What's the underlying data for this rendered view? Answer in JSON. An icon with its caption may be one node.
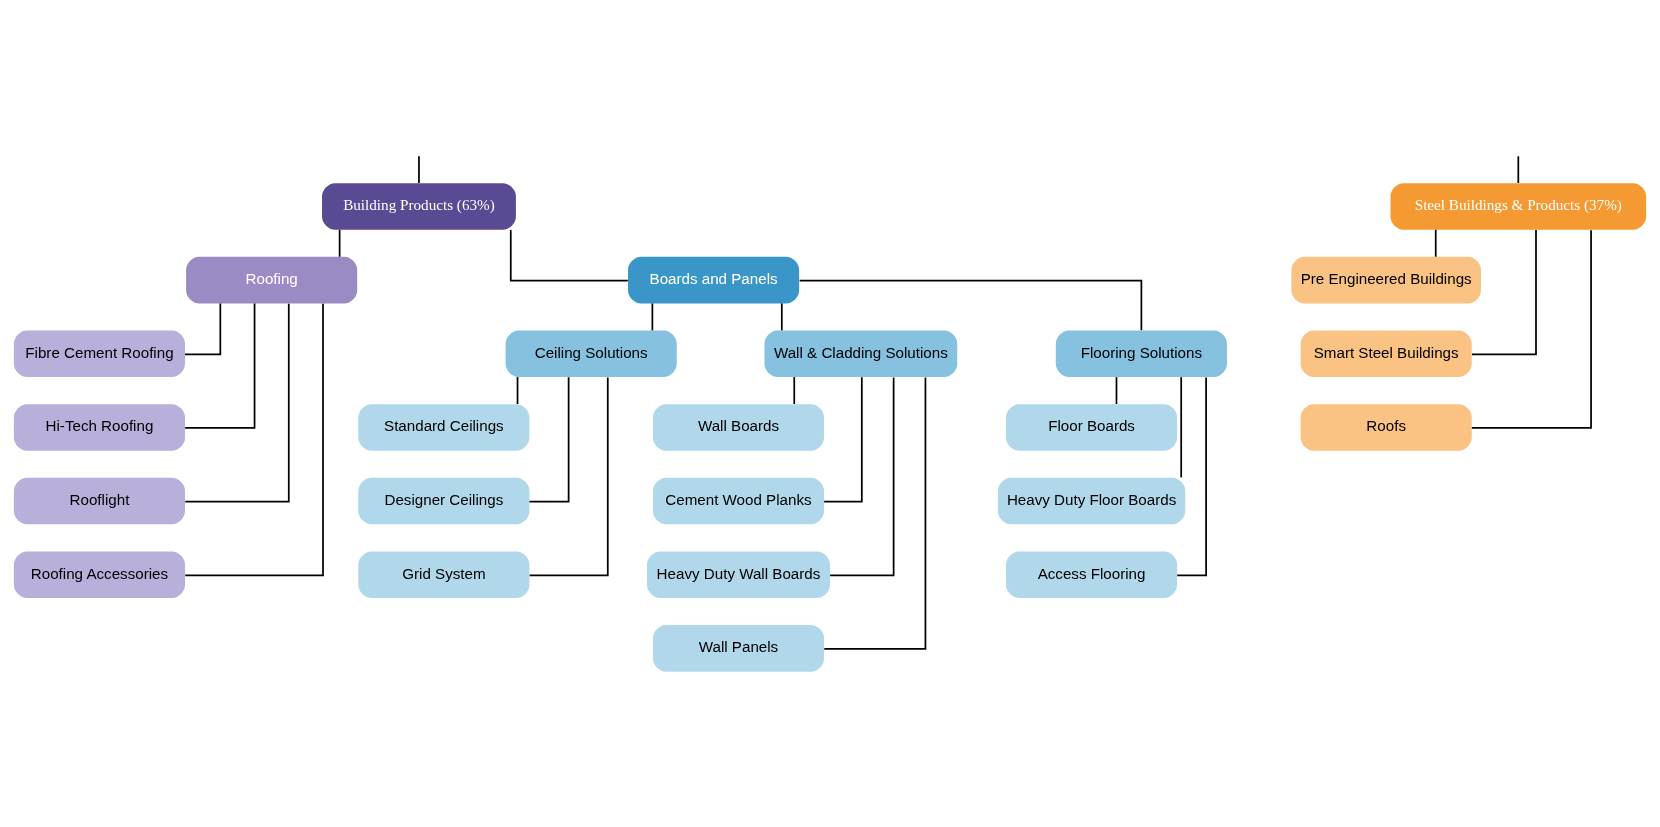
{
  "diagram": {
    "nodes": [
      {
        "text": [
          "Building Products (63%)"
        ]
      },
      {
        "text": [
          "Steel Buildings & Products (37%)"
        ]
      },
      {
        "text": [
          "Roofing"
        ]
      },
      {
        "text": [
          "Boards and Panels"
        ]
      },
      {
        "text": [
          "Fibre Cement Roofing"
        ]
      },
      {
        "text": [
          "Hi-Tech Roofing"
        ]
      },
      {
        "text": [
          "Rooflight"
        ]
      },
      {
        "text": [
          "Roofing Accessories"
        ]
      },
      {
        "text": [
          "Ceiling Solutions"
        ]
      },
      {
        "text": [
          "Wall & Cladding Solutions"
        ]
      },
      {
        "text": [
          "Flooring Solutions"
        ]
      },
      {
        "text": [
          "Standard Ceilings"
        ]
      },
      {
        "text": [
          "Designer Ceilings"
        ]
      },
      {
        "text": [
          "Grid System"
        ]
      },
      {
        "text": [
          "Wall Boards"
        ]
      },
      {
        "text": [
          "Cement Wood Planks"
        ]
      },
      {
        "text": [
          "Heavy Duty Wall Boards"
        ]
      },
      {
        "text": [
          "Wall Panels"
        ]
      },
      {
        "text": [
          "Floor Boards"
        ]
      },
      {
        "text": [
          "Heavy Duty Floor Boards"
        ]
      },
      {
        "text": [
          "Access Flooring"
        ]
      },
      {
        "text": [
          "Pre Engineered Buildings"
        ]
      },
      {
        "text": [
          "Smart Steel Buildings"
        ]
      },
      {
        "text": [
          "Roofs"
        ]
      }
    ],
    "edges": [
      {
        "from": null,
        "to": 0,
        "arrow": "none"
      },
      {
        "from": null,
        "to": 1,
        "arrow": "none"
      },
      {
        "from": 0,
        "to": 2,
        "arrow": "none"
      },
      {
        "from": 0,
        "to": 3,
        "arrow": "none"
      },
      {
        "from": 2,
        "to": 4,
        "arrow": "none"
      },
      {
        "from": 2,
        "to": 5,
        "arrow": "none"
      },
      {
        "from": 2,
        "to": 6,
        "arrow": "none"
      },
      {
        "from": 2,
        "to": 7,
        "arrow": "none"
      },
      {
        "from": 3,
        "to": 8,
        "arrow": "none"
      },
      {
        "from": 3,
        "to": 9,
        "arrow": "none"
      },
      {
        "from": 3,
        "to": 10,
        "arrow": "none"
      },
      {
        "from": 8,
        "to": 11,
        "arrow": "none"
      },
      {
        "from": 8,
        "to": 12,
        "arrow": "none"
      },
      {
        "from": 8,
        "to": 13,
        "arrow": "none"
      },
      {
        "from": 9,
        "to": 14,
        "arrow": "none"
      },
      {
        "from": 9,
        "to": 15,
        "arrow": "none"
      },
      {
        "from": 9,
        "to": 16,
        "arrow": "none"
      },
      {
        "from": 9,
        "to": 17,
        "arrow": "none"
      },
      {
        "from": 10,
        "to": 18,
        "arrow": "none"
      },
      {
        "from": 10,
        "to": 19,
        "arrow": "none"
      },
      {
        "from": 10,
        "to": 20,
        "arrow": "none"
      },
      {
        "from": 1,
        "to": 21,
        "arrow": "none"
      },
      {
        "from": 1,
        "to": 22,
        "arrow": "none"
      },
      {
        "from": 1,
        "to": 23,
        "arrow": "none"
      }
    ]
  }
}
